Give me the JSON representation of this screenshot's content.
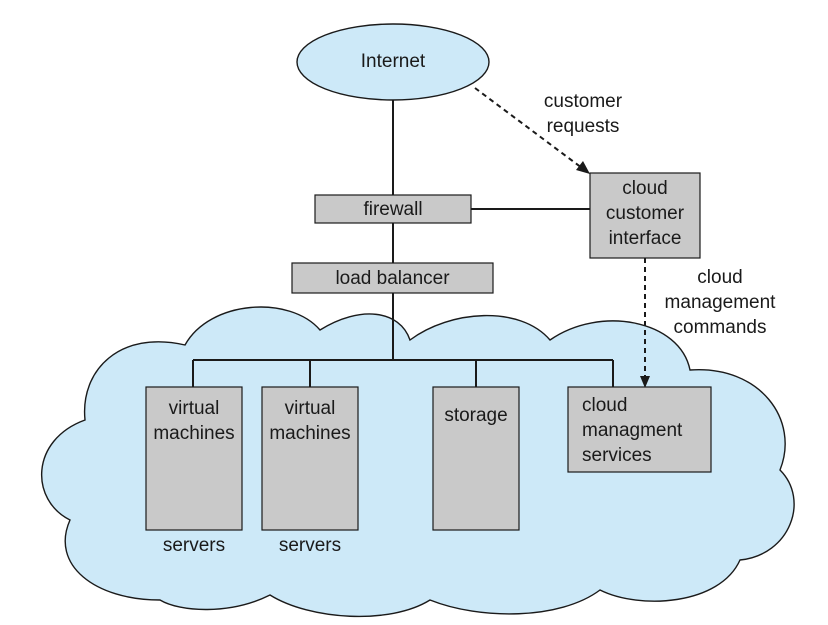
{
  "colors": {
    "cloud_fill": "#cde9f8",
    "cloud_stroke": "#1a1a1a",
    "box_fill": "#c9c9c9",
    "box_stroke": "#1a1a1a",
    "internet_fill": "#cde9f8",
    "line": "#1a1a1a"
  },
  "nodes": {
    "internet": "Internet",
    "firewall": "firewall",
    "load_balancer": "load balancer",
    "cloud_customer_interface": [
      "cloud",
      "customer",
      "interface"
    ],
    "vm1": [
      "virtual",
      "machines"
    ],
    "vm1_caption": "servers",
    "vm2": [
      "virtual",
      "machines"
    ],
    "vm2_caption": "servers",
    "storage": "storage",
    "cloud_mgmt_services": [
      "cloud",
      "managment",
      "services"
    ]
  },
  "edge_labels": {
    "customer_requests": [
      "customer",
      "requests"
    ],
    "cloud_mgmt_commands": [
      "cloud",
      "management",
      "commands"
    ]
  }
}
